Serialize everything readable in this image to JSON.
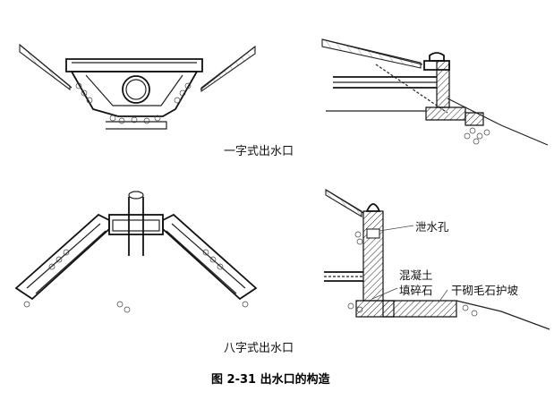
{
  "captions": {
    "top": "一字式出水口",
    "bottom": "八字式出水口",
    "figure": "图 2-31    出水口的构造"
  },
  "labels": {
    "drain_hole": "泄水孔",
    "concrete": "混凝土",
    "gravel": "填碎石",
    "masonry": "干砌毛石护坡"
  }
}
